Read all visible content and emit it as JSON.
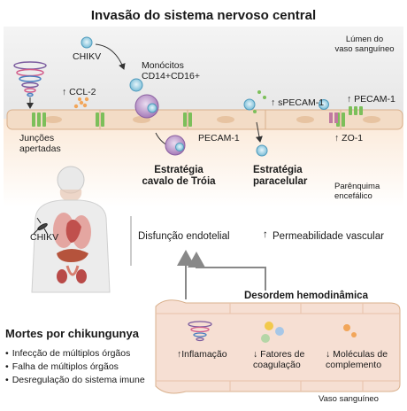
{
  "title": "Invasão do sistema nervoso central",
  "labels": {
    "lumen": "Lúmen do\nvaso sanguíneo",
    "chikv_top": "CHIKV",
    "monocytes": "Monócitos\nCD14+CD16+",
    "ccl2": "↑ CCL-2",
    "specam1": "↑ sPECAM-1",
    "pecam1_up": "↑ PECAM-1",
    "pecam1": "PECAM-1",
    "zo1": "↑ ZO-1",
    "tight_junctions": "Junções\napertadas",
    "trojan": "Estratégia\ncavalo de Tróia",
    "paracellular": "Estratégia\nparacelular",
    "parenchyma": "Parênquima\nencefálico",
    "chikv_body": "CHIKV",
    "endothelial": "Disfunção endotelial",
    "arrow_up": "↑",
    "permeability": "Permeabilidade vascular",
    "hemodynamic": "Desordem hemodinâmica",
    "inflammation": "↑Inflamação",
    "coag": "↓ Fatores de\ncoagulação",
    "complement": "↓ Moléculas de\ncomplemento",
    "vessel": "Vaso sanguíneo"
  },
  "deaths": {
    "title": "Mortes por chikungunya",
    "items": [
      "Infecção de múltiplos órgãos",
      "Falha de múltiplos órgãos",
      "Desregulação do sistema imune"
    ]
  },
  "colors": {
    "endothelium": "#f3dcc6",
    "endothelium_edge": "#d9b08c",
    "lumen_bg": "#f0f0f0",
    "vessel": "#f6dfd3",
    "junction_green": "#7cbf5a",
    "virus": "#9fd3e8",
    "monocyte": "#c9a5d6",
    "organ_red": "#c0504d"
  }
}
